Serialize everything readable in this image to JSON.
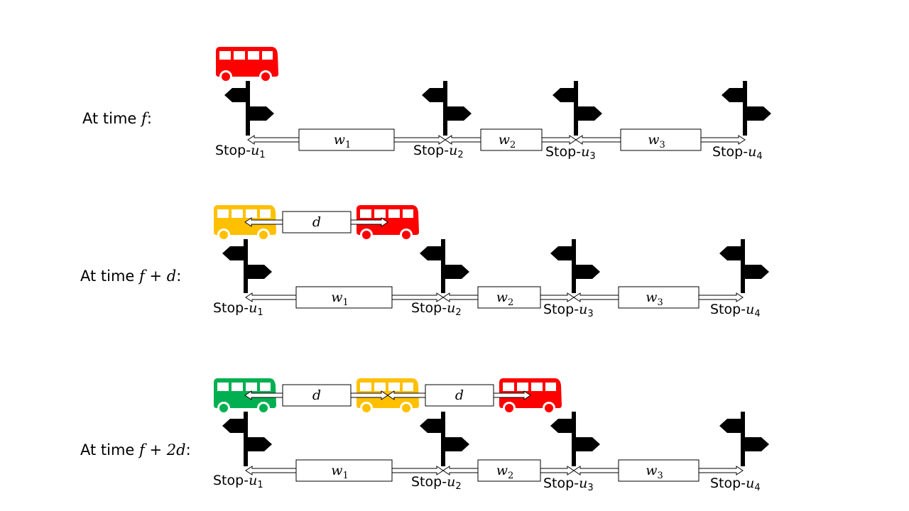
{
  "rows": [
    {
      "label": "At time ",
      "math": "f",
      "suffix": ":"
    },
    {
      "label": "At time ",
      "math": "f + d",
      "suffix": ":"
    },
    {
      "label": "At time ",
      "math": "f + 2d",
      "suffix": ":"
    }
  ],
  "stops": [
    {
      "prefix": "Stop-",
      "var": "u",
      "sub": "1"
    },
    {
      "prefix": "Stop-",
      "var": "u",
      "sub": "2"
    },
    {
      "prefix": "Stop-",
      "var": "u",
      "sub": "3"
    },
    {
      "prefix": "Stop-",
      "var": "u",
      "sub": "4"
    }
  ],
  "segments": [
    {
      "var": "w",
      "sub": "1"
    },
    {
      "var": "w",
      "sub": "2"
    },
    {
      "var": "w",
      "sub": "3"
    }
  ],
  "headway": {
    "var": "d"
  },
  "colors": {
    "bus_red": "#ff0000",
    "bus_yellow": "#ffc000",
    "bus_green": "#00b050",
    "sign": "#000000"
  },
  "buses": [
    [
      "red"
    ],
    [
      "yellow",
      "red"
    ],
    [
      "green",
      "yellow",
      "red"
    ]
  ]
}
